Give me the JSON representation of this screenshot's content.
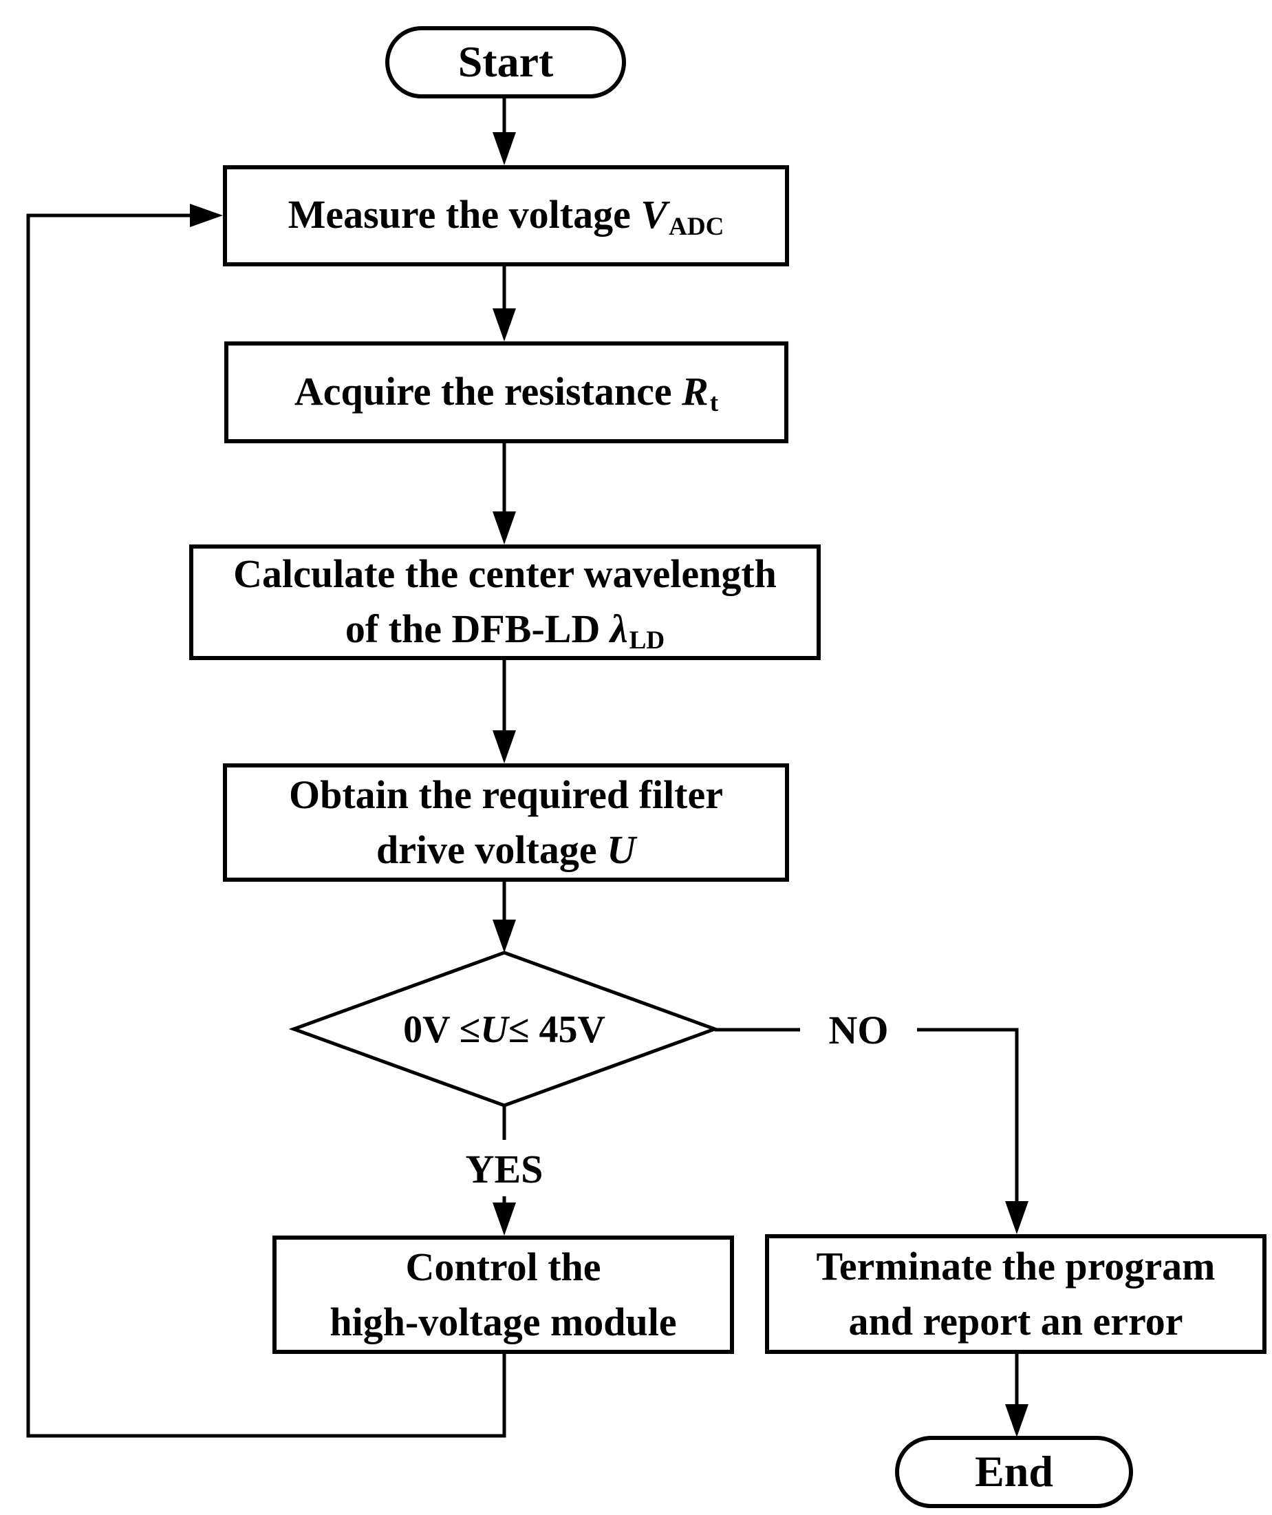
{
  "colors": {
    "background": "#ffffff",
    "line": "#000000",
    "text": "#000000"
  },
  "nodes": {
    "start": {
      "label": "Start"
    },
    "measure": {
      "main": "Measure the voltage ",
      "var": "V",
      "sub": "ADC"
    },
    "acquire": {
      "main": "Acquire the resistance ",
      "var": "R",
      "sub": "t"
    },
    "calculate": {
      "line1": "Calculate the center wavelength",
      "line2": "of the DFB-LD ",
      "var": "λ",
      "sub": "LD"
    },
    "obtain": {
      "line1": "Obtain the required filter",
      "line2": "drive voltage ",
      "var": "U"
    },
    "decision": {
      "pre": "0V ≤ ",
      "var": "U",
      "post": " ≤ 45V"
    },
    "control": {
      "line1": "Control the",
      "line2": "high-voltage module"
    },
    "terminate": {
      "line1": "Terminate the program",
      "line2": "and report an error"
    },
    "end": {
      "label": "End"
    }
  },
  "edges": {
    "yes_label": "YES",
    "no_label": "NO"
  }
}
